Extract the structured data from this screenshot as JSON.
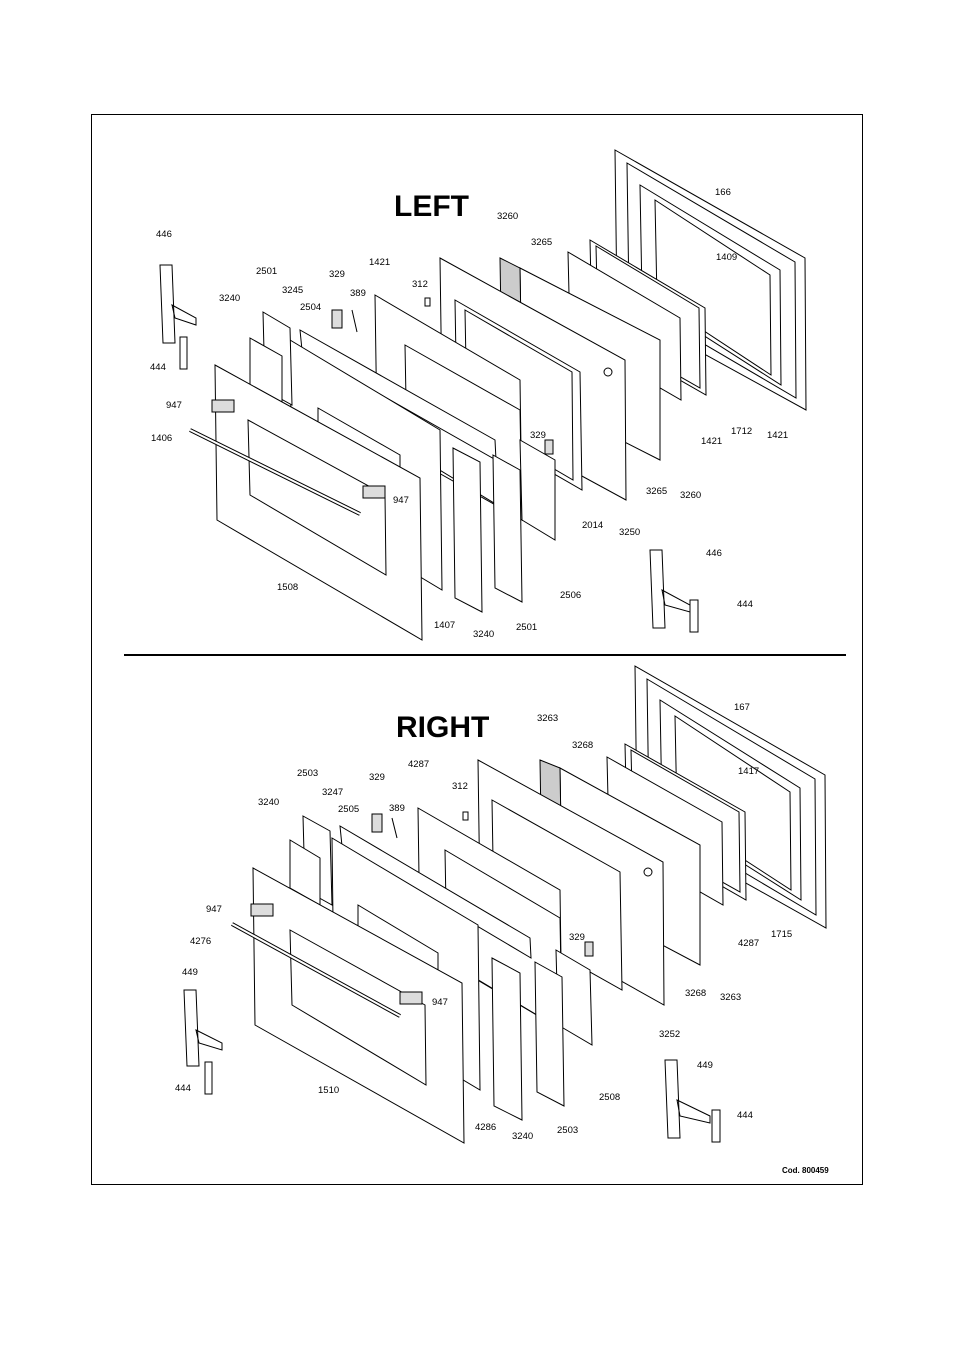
{
  "sections": [
    {
      "title": "LEFT",
      "labels": [
        "166",
        "3260",
        "1409",
        "3265",
        "446",
        "2501",
        "329",
        "1421",
        "312",
        "389",
        "3240",
        "3245",
        "2504",
        "444",
        "947",
        "329",
        "1406",
        "947",
        "1421",
        "1712",
        "1421",
        "3265",
        "3260",
        "2014",
        "3250",
        "446",
        "2506",
        "444",
        "1508",
        "1407",
        "3240",
        "2501"
      ]
    },
    {
      "title": "RIGHT",
      "labels": [
        "167",
        "3263",
        "3268",
        "1417",
        "2503",
        "329",
        "4287",
        "312",
        "3247",
        "389",
        "3240",
        "2505",
        "947",
        "4276",
        "329",
        "4287",
        "1715",
        "3268",
        "3263",
        "449",
        "947",
        "3252",
        "449",
        "444",
        "1510",
        "2508",
        "444",
        "4286",
        "3240",
        "2503"
      ]
    }
  ],
  "footer": {
    "code": "Cod. 800459"
  }
}
